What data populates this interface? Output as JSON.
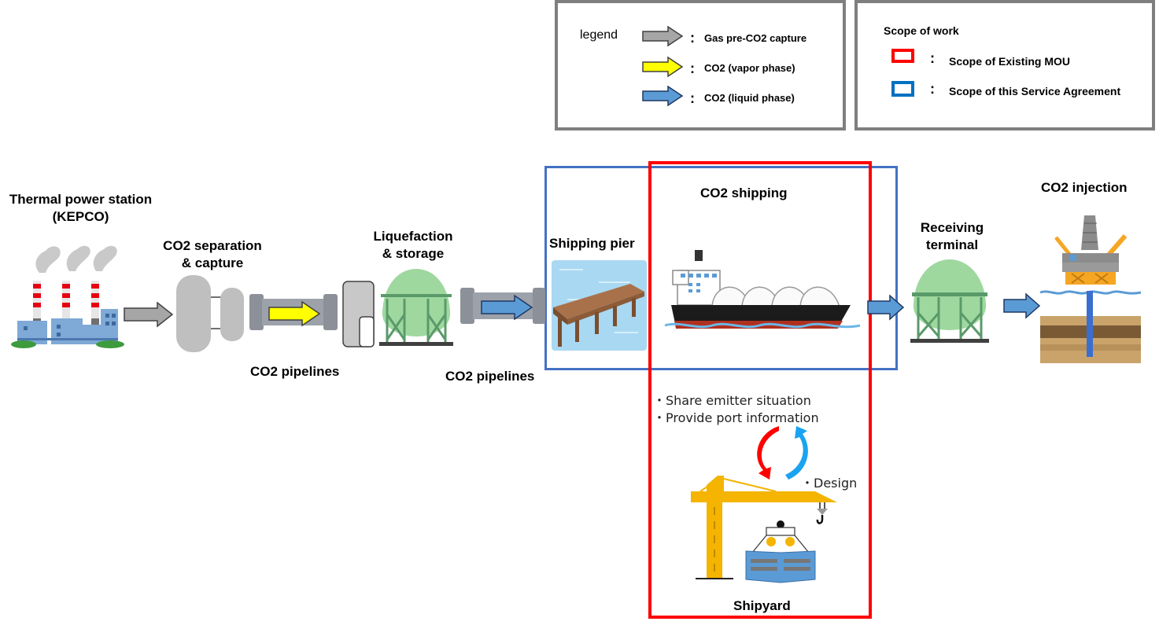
{
  "legend": {
    "title": "legend",
    "items": [
      {
        "arrow_color": "#a6a6a6",
        "label": "Gas pre-CO2 capture"
      },
      {
        "arrow_color": "#ffff00",
        "label": "CO2 (vapor phase)"
      },
      {
        "arrow_color": "#5b9bd5",
        "label": "CO2 (liquid phase)"
      }
    ],
    "colon": ":"
  },
  "scope": {
    "title": "Scope of work",
    "items": [
      {
        "color": "#ff0000",
        "label": "Scope of Existing MOU"
      },
      {
        "color": "#0070c0",
        "label": "Scope of this Service Agreement"
      }
    ],
    "colon": ":"
  },
  "stages": {
    "power_station": {
      "line1": "Thermal power station",
      "line2": "(KEPCO)",
      "icon": "factory-icon"
    },
    "separation": {
      "line1": "CO2 separation",
      "line2": "& capture",
      "icon": "separator-tanks-icon"
    },
    "pipeline1": {
      "label": "CO2 pipelines",
      "icon": "pipeline-icon"
    },
    "liquefaction": {
      "line1": "Liquefaction",
      "line2": "& storage",
      "icon": "spherical-tank-icon"
    },
    "pipeline2": {
      "label": "CO2 pipelines",
      "icon": "pipeline-icon"
    },
    "pier": {
      "label": "Shipping pier",
      "icon": "pier-icon"
    },
    "shipping": {
      "label": "CO2 shipping",
      "icon": "lng-carrier-ship-icon"
    },
    "receiving": {
      "line1": "Receiving",
      "line2": "terminal",
      "icon": "spherical-tank-icon"
    },
    "injection": {
      "label": "CO2 injection",
      "icon": "offshore-platform-icon"
    }
  },
  "shipyard": {
    "notes": [
      "・Share emitter situation",
      "・Provide port information"
    ],
    "design": "・Design",
    "label": "Shipyard",
    "icon": "shipyard-crane-icon"
  },
  "colors": {
    "mou_red": "#ff0000",
    "agreement_blue": "#4472c4",
    "arrow_gray": "#a6a6a6",
    "arrow_yellow": "#ffff00",
    "arrow_blue": "#5b9bd5",
    "legend_border": "#7f7f7f"
  }
}
